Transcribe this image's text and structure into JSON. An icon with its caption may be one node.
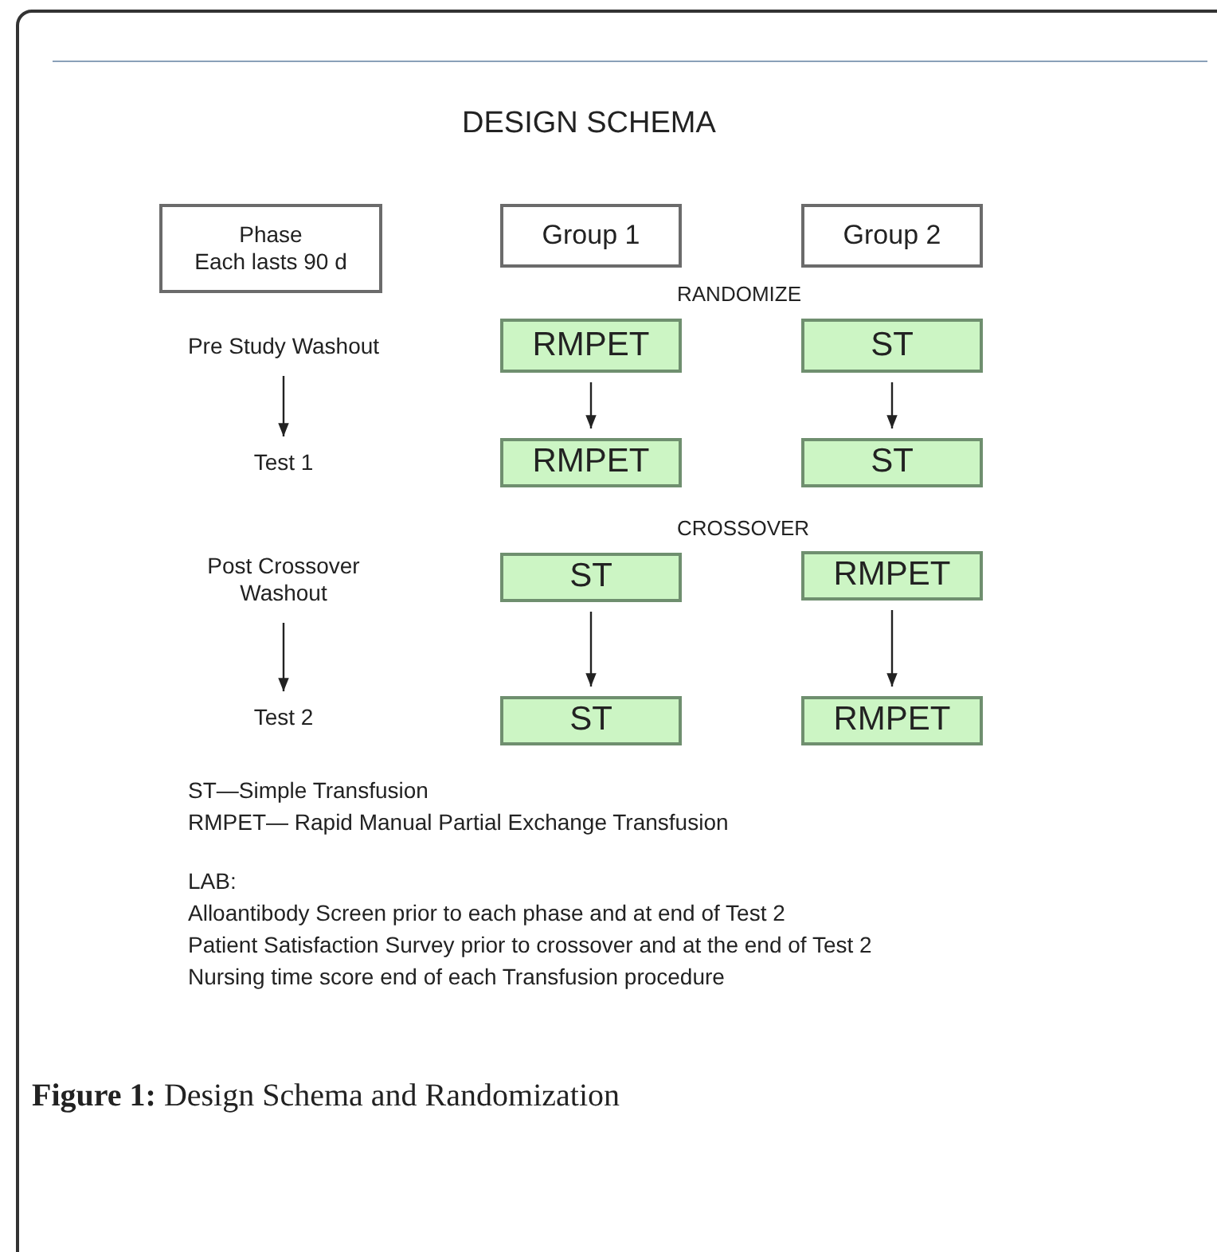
{
  "diagram": {
    "title": "DESIGN SCHEMA",
    "caption": "**Figure 1:** Design Schema and Randomization",
    "nodes": [
      {
        "text": [
          "Phase",
          "Each lasts 90 d"
        ]
      },
      {
        "text": [
          "Group 1"
        ]
      },
      {
        "text": [
          "Group 2"
        ]
      },
      {
        "text": [
          "Pre Study Washout"
        ]
      },
      {
        "text": [
          "RMPET"
        ]
      },
      {
        "text": [
          "ST"
        ]
      },
      {
        "text": [
          "Test 1"
        ]
      },
      {
        "text": [
          "RMPET"
        ]
      },
      {
        "text": [
          "ST"
        ]
      },
      {
        "text": [
          "Post Crossover Washout"
        ]
      },
      {
        "text": [
          "ST"
        ]
      },
      {
        "text": [
          "RMPET"
        ]
      },
      {
        "text": [
          "Test 2"
        ]
      },
      {
        "text": [
          "ST"
        ]
      },
      {
        "text": [
          "RMPET"
        ]
      }
    ],
    "edges": [
      {
        "from": 3,
        "to": 6,
        "arrow": "to"
      },
      {
        "from": 4,
        "to": 7,
        "arrow": "to"
      },
      {
        "from": 5,
        "to": 8,
        "arrow": "to"
      },
      {
        "from": 9,
        "to": 12,
        "arrow": "to"
      },
      {
        "from": 10,
        "to": 13,
        "arrow": "to"
      },
      {
        "from": 11,
        "to": 14,
        "arrow": "to"
      }
    ],
    "labels": [
      "RANDOMIZE",
      "CROSSOVER",
      "ST—Simple Transfusion",
      "RMPET— Rapid Manual Partial Exchange Transfusion",
      "LAB:",
      "Alloantibody Screen prior to each phase and at end of Test 2",
      "Patient Satisfaction Survey prior to crossover and at the end of Test 2",
      "Nursing time score end of each Transfusion procedure"
    ]
  }
}
